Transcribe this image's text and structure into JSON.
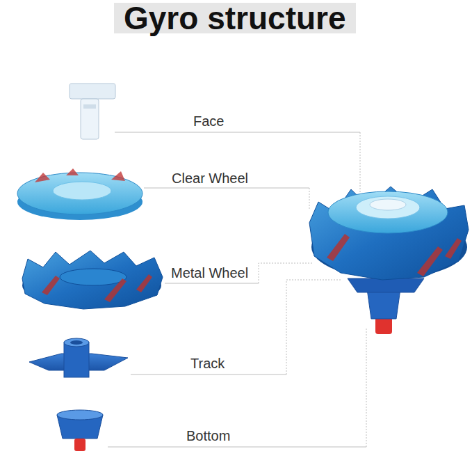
{
  "diagram": {
    "title": "Gyro structure",
    "labels": [
      "Face",
      "Clear Wheel",
      "Metal Wheel",
      "Track",
      "Bottom"
    ]
  }
}
